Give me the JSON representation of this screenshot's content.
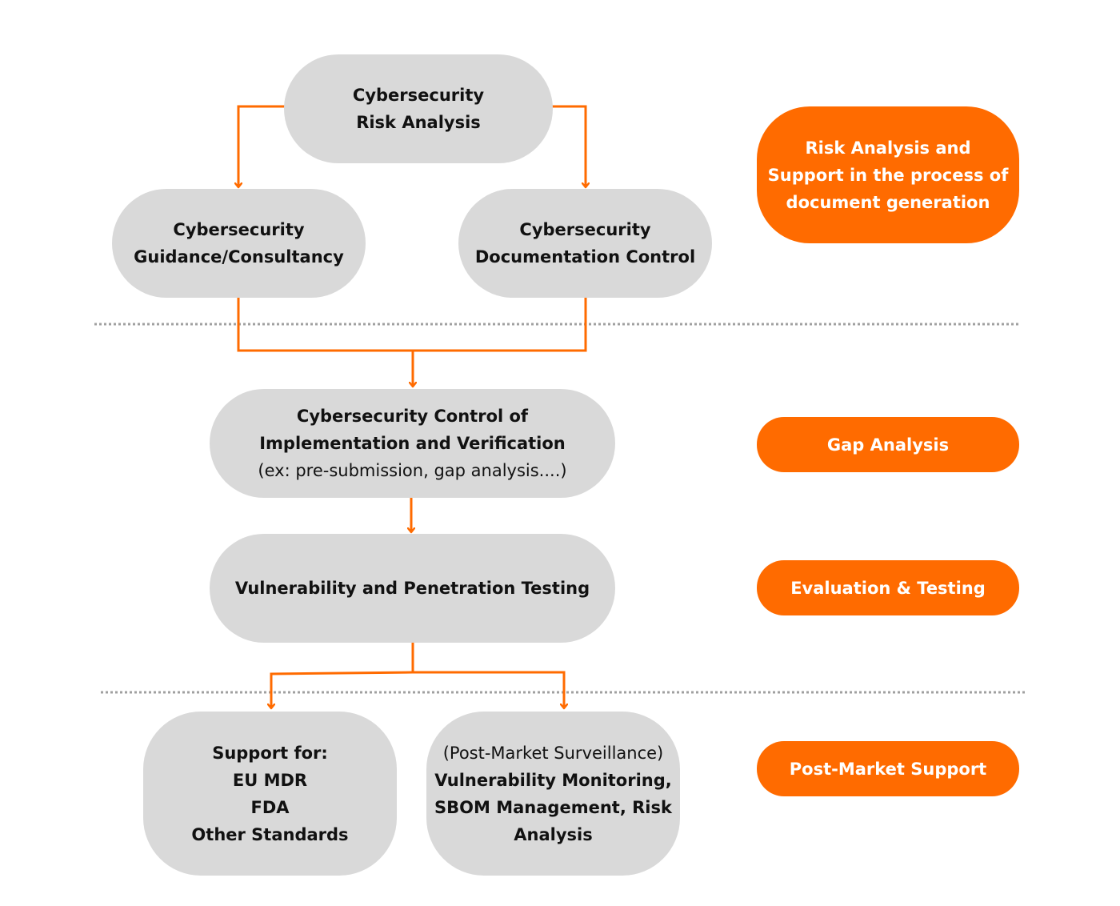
{
  "colors": {
    "node_bg": "#d9d9d9",
    "accent": "#ff6b00",
    "divider": "#a0a0a0",
    "text": "#111111"
  },
  "nodes": {
    "risk_analysis": {
      "lines": [
        "Cybersecurity",
        "Risk Analysis"
      ]
    },
    "guidance": {
      "lines": [
        "Cybersecurity",
        "Guidance/Consultancy"
      ]
    },
    "documentation": {
      "lines": [
        "Cybersecurity",
        "Documentation Control"
      ]
    },
    "control": {
      "lines": [
        "Cybersecurity Control of",
        "Implementation and Verification"
      ],
      "note": "(ex: pre-submission, gap analysis....)"
    },
    "vuln_testing": {
      "lines": [
        "Vulnerability and Penetration Testing"
      ]
    },
    "support": {
      "lines": [
        "Support for:",
        "EU MDR",
        "FDA",
        "Other Standards"
      ]
    },
    "post_market": {
      "note": "(Post-Market Surveillance)",
      "lines": [
        "Vulnerability Monitoring,",
        "SBOM Management, Risk",
        "Analysis"
      ]
    }
  },
  "stages": {
    "risk": {
      "lines": [
        "Risk Analysis and",
        "Support in the process of",
        "document generation"
      ]
    },
    "gap": {
      "lines": [
        "Gap Analysis"
      ]
    },
    "evaluation": {
      "lines": [
        "Evaluation & Testing"
      ]
    },
    "post_market": {
      "lines": [
        "Post-Market Support"
      ]
    }
  }
}
